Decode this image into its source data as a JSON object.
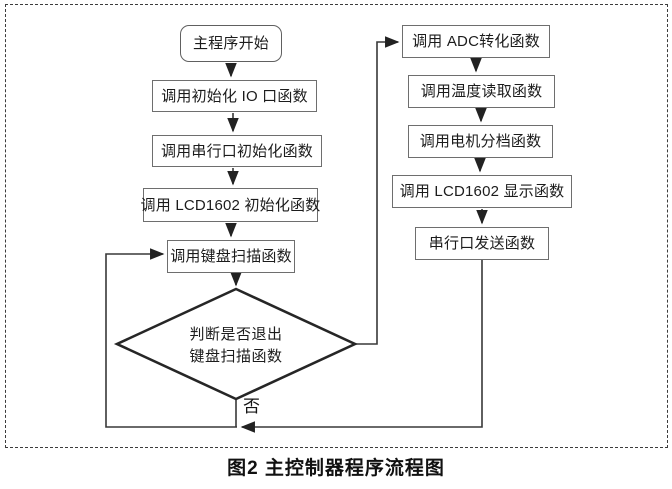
{
  "figure": {
    "caption": "图2 主控制器程序流程图"
  },
  "flowchart": {
    "start": {
      "label": "主程序开始"
    },
    "left_column": [
      {
        "label": "调用初始化 IO 口函数"
      },
      {
        "label": "调用串行口初始化函数"
      },
      {
        "label": "调用 LCD1602 初始化函数"
      },
      {
        "label": "调用键盘扫描函数"
      }
    ],
    "decision": {
      "line1": "判断是否退出",
      "line2": "键盘扫描函数",
      "no_label": "否"
    },
    "right_column": [
      {
        "label": "调用 ADC转化函数"
      },
      {
        "label": "调用温度读取函数"
      },
      {
        "label": "调用电机分档函数"
      },
      {
        "label": "调用 LCD1602 显示函数"
      },
      {
        "label": "串行口发送函数"
      }
    ],
    "colors": {
      "box_border": "#6e6e6e",
      "diamond_border": "#262626",
      "line": "#383838",
      "text": "#1c1c1c"
    }
  }
}
